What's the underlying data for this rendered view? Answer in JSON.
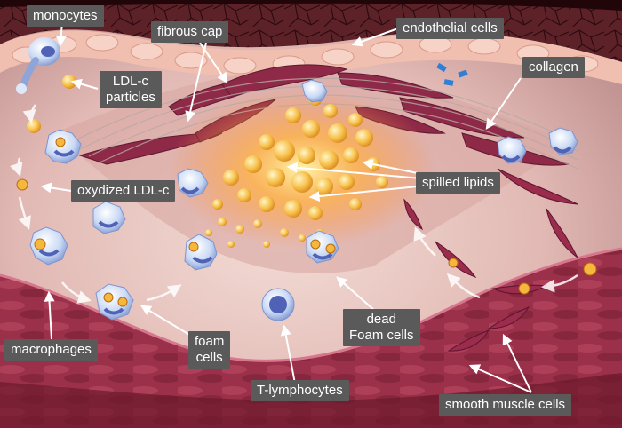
{
  "labels": {
    "monocytes": "monocytes",
    "fibrous_cap": "fibrous cap",
    "endothelial_cells": "endothelial cells",
    "collagen": "collagen",
    "ldl_line1": "LDL-c",
    "ldl_line2": "particles",
    "oxydized_ldl": "oxydized LDL-c",
    "spilled_lipids": "spilled lipids",
    "macrophages": "macrophages",
    "foam_line1": "foam",
    "foam_line2": "cells",
    "dead_line1": "dead",
    "dead_line2": "Foam cells",
    "t_lymphocytes": "T-lymphocytes",
    "smooth_muscle": "smooth muscle cells"
  },
  "colors": {
    "label_bg": "#5a5a5a",
    "label_text": "#ffffff",
    "vessel_wall": "#8a2a3c",
    "endothelium": "#f2c3b6",
    "lumen": "#e9c9c4",
    "lipid": "#f5b83c",
    "arrow": "#ffffff"
  }
}
